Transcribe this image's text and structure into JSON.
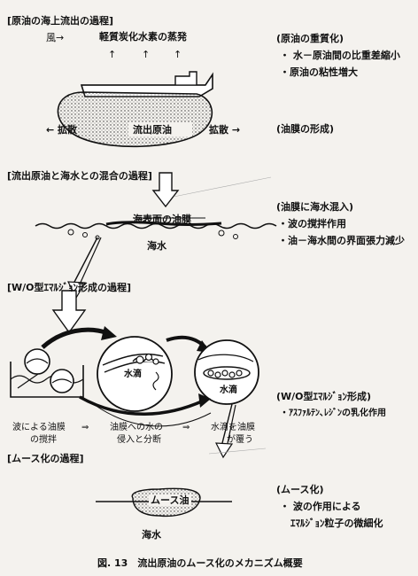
{
  "colors": {
    "ink": "#111111",
    "paper": "#f4f2ee",
    "stipple": "#d9d6cf"
  },
  "section1": {
    "heading": "[原油の海上流出の過程]",
    "wind": "風→",
    "evaporation": "軽質炭化水素の蒸発",
    "up_arrows": [
      "↑",
      "↑",
      "↑"
    ],
    "spill_label": "流出原油",
    "spread_left": "← 拡散",
    "spread_right": "拡散 →",
    "notes_title": "(原油の重質化)",
    "notes": [
      "・ 水－原油間の比重差縮小",
      "・原油の粘性増大"
    ],
    "film_title": "(油膜の形成)"
  },
  "section2": {
    "heading": "[流出原油と海水との混合の過程]",
    "surface_label": "海表面の油膜",
    "sea_label": "海水",
    "notes_title": "(油膜に海水混入)",
    "notes": [
      "・波の撹拌作用",
      "・油－海水間の界面張力減少"
    ]
  },
  "section3": {
    "heading": "[W/O型ｴﾏﾙｼﾞｮﾝ形成の過程]",
    "water_drop_1": "水滴",
    "water_drop_2": "水滴",
    "steps": [
      "波による油膜",
      "の撹拌",
      "⇒",
      "油膜への水の",
      "侵入と分断",
      "⇒",
      "水滴を油膜",
      "が覆う"
    ],
    "notes_title": "(W/O型ｴﾏﾙｼﾞｮﾝ形成)",
    "notes": [
      "・ｱｽﾌｧﾙﾃﾝ､ﾚｼﾞﾝの乳化作用"
    ]
  },
  "section4": {
    "heading": "[ムース化の過程]",
    "mousse_label": "ムース油",
    "sea_label": "海水",
    "notes_title": "(ムース化)",
    "notes": [
      "・ 波の作用による",
      "ｴﾏﾙｼﾞｮﾝ粒子の微細化"
    ]
  },
  "caption": "図. 13　流出原油のムース化のメカニズム概要"
}
